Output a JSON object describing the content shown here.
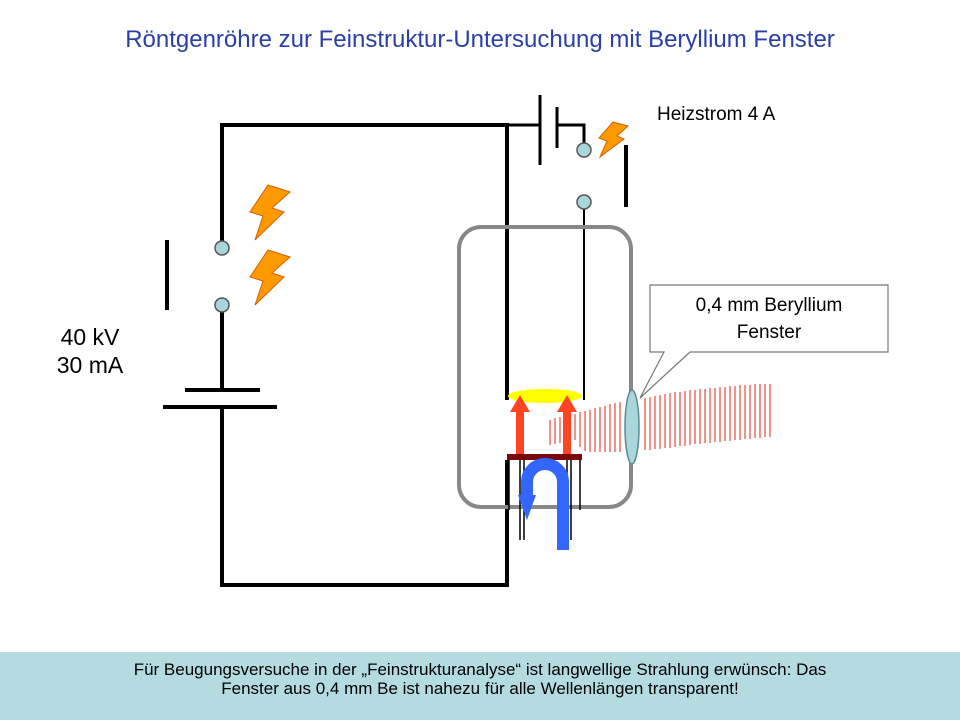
{
  "title": "Röntgenröhre zur Feinstruktur-Untersuchung mit Beryllium Fenster",
  "heater_label": "Heizstrom 4 A",
  "supply": {
    "voltage": "40 kV",
    "current": "30 mA"
  },
  "window_callout": {
    "line1": "0,4 mm Beryllium",
    "line2": "Fenster"
  },
  "footer": {
    "line1": "Für Beugungsversuche in der „Feinstrukturanalyse“ ist langwellige Strahlung erwünsch: Das",
    "line2": "Fenster aus 0,4 mm Be ist nahezu für alle Wellenlängen transparent!"
  },
  "colors": {
    "title": "#2b3fa8",
    "footer_bg": "#b3dbe0",
    "arrow_red": "#ff4422",
    "arrow_blue": "#3366ff",
    "anode_yellow": "#ffff00",
    "cathode": "#7a0a0a",
    "terminal": "#a8d6dc",
    "tube": "#888888",
    "radiation": "#e84a3a"
  }
}
